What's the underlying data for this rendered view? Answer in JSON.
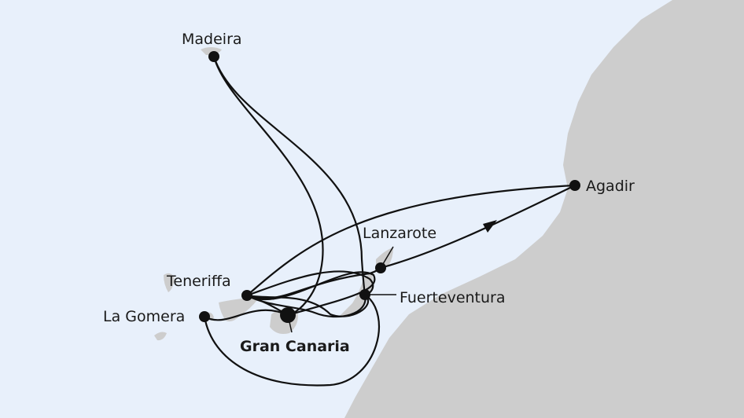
{
  "map": {
    "colors": {
      "sea": "#e8f0fb",
      "land": "#cdcdcd",
      "route": "#111111"
    },
    "ports": [
      {
        "name": "Madeira",
        "home": false
      },
      {
        "name": "Agadir",
        "home": false
      },
      {
        "name": "Lanzarote",
        "home": false
      },
      {
        "name": "Teneriffa",
        "home": false
      },
      {
        "name": "Fuerteventura",
        "home": false
      },
      {
        "name": "La Gomera",
        "home": false
      },
      {
        "name": "Gran Canaria",
        "home": true
      }
    ],
    "direction_icon": "arrowhead-icon"
  }
}
